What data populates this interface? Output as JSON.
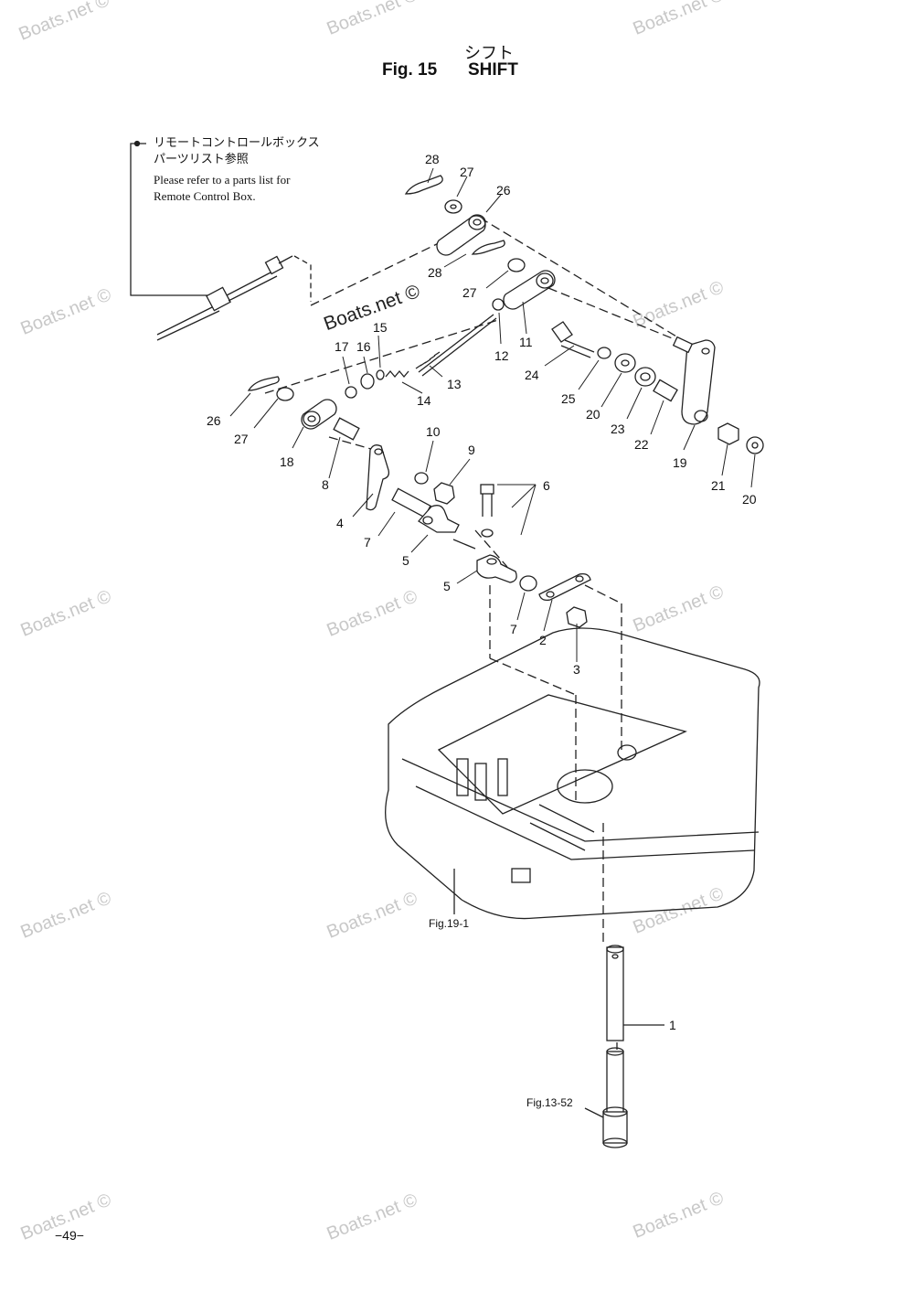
{
  "header": {
    "jp_title": "シフト",
    "fig_label": "Fig. 15",
    "title": "SHIFT"
  },
  "note": {
    "jp_line1": "リモートコントロールボックス",
    "jp_line2": "パーツリスト参照",
    "en_line1": "Please refer to a parts list for",
    "en_line2": "Remote Control Box."
  },
  "watermark": "Boats.net ©",
  "inline_watermark": "Boats.net ©",
  "refs": {
    "fig19": "Fig.19-1",
    "fig13": "Fig.13-52"
  },
  "page_number": "−49−",
  "part_labels": [
    "28",
    "27",
    "26",
    "28",
    "27",
    "15",
    "17",
    "16",
    "12",
    "11",
    "13",
    "24",
    "26",
    "27",
    "14",
    "25",
    "20",
    "23",
    "22",
    "19",
    "18",
    "10",
    "9",
    "21",
    "20",
    "8",
    "6",
    "4",
    "7",
    "5",
    "5",
    "7",
    "2",
    "3",
    "1"
  ]
}
